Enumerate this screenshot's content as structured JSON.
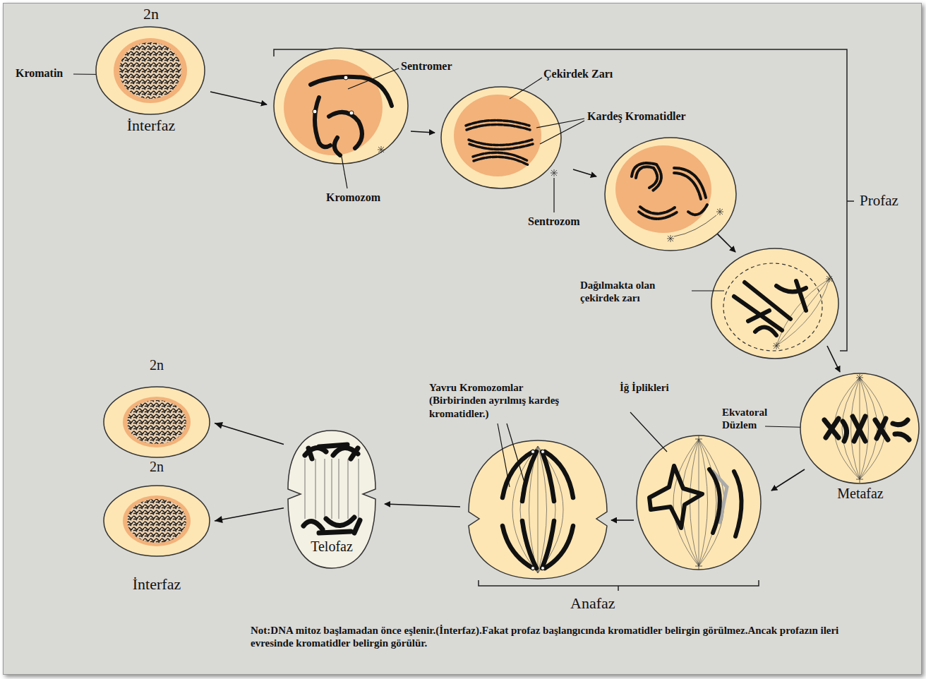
{
  "diagram": {
    "nodes": [
      {
        "text": [
          "2n",
          "İnterfaz"
        ]
      },
      {
        "text": [
          "Metafaz"
        ]
      },
      {
        "text": [
          "Telofaz"
        ]
      },
      {
        "text": [
          "2n"
        ]
      },
      {
        "text": [
          "2n",
          "İnterfaz"
        ]
      }
    ],
    "edges": [
      {
        "from": 2,
        "to": 3,
        "arrow": "to"
      },
      {
        "from": 2,
        "to": 4,
        "arrow": "to"
      }
    ],
    "labels": [
      "Kromatin",
      "Sentromer",
      "Çekirdek Zarı",
      "Kardeş Kromatidler",
      "Kromozom",
      "Sentrozom",
      "Profaz",
      "Dağılmakta olan çekirdek zarı",
      "Yavru Kromozomlar (Birbirinden ayrılmış kardeş kromatidler.)",
      "İğ İplikleri",
      "Ekvatoral Düzlem",
      "Anafaz",
      "Not:DNA mitoz başlamadan önce eşlenir.(İnterfaz).Fakat profaz başlangıcında kromatidler belirgin görülmez.Ancak profazın ileri evresinde kromatidler belirgin görülür."
    ]
  }
}
